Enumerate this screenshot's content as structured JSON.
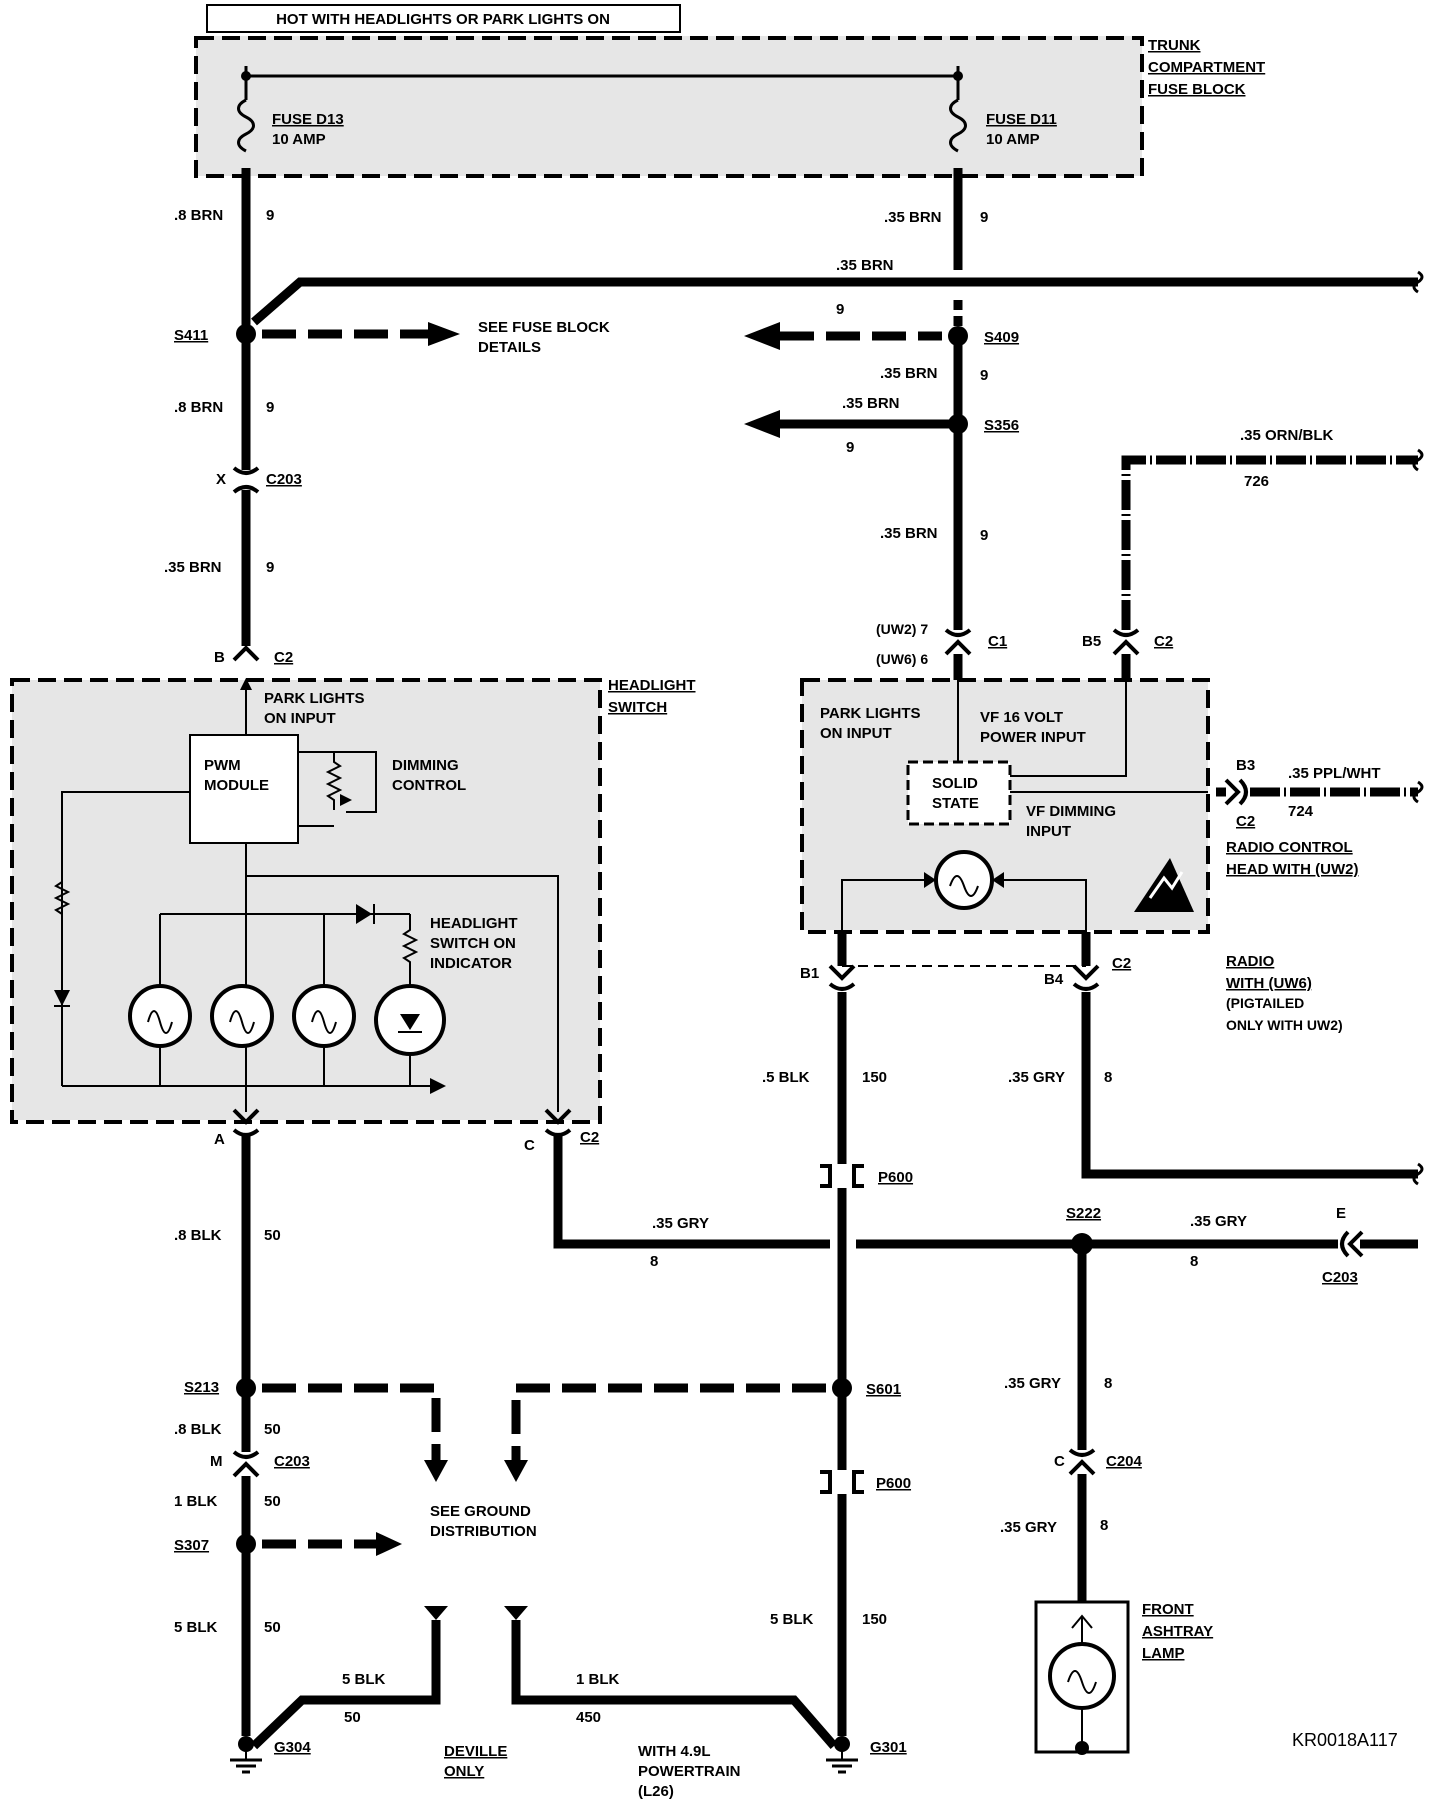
{
  "header": {
    "hot_note": "HOT WITH HEADLIGHTS OR PARK LIGHTS ON"
  },
  "fuse_block": {
    "label_1": "TRUNK",
    "label_2": "COMPARTMENT",
    "label_3": "FUSE BLOCK",
    "fuse_d13": "FUSE D13",
    "fuse_d13_amp": "10 AMP",
    "fuse_d11": "FUSE D11",
    "fuse_d11_amp": "10 AMP"
  },
  "wires": {
    "w1_gauge": ".8 BRN",
    "w1_circ": "9",
    "w2_gauge": ".35 BRN",
    "w2_circ": "9",
    "w3_gauge": ".35 BRN",
    "w4_circ": "9",
    "w5_gauge": ".35 BRN",
    "w5_circ": "9",
    "w6_gauge": ".35 BRN",
    "w6_circ": "9",
    "w7_gauge": ".8 BRN",
    "w7_circ": "9",
    "w8_gauge": ".35 BRN",
    "w8_circ": "9",
    "w9_gauge": ".35 BRN",
    "w9_circ": "9",
    "w10_gauge": ".35 ORN/BLK",
    "w10_circ": "726",
    "w11_gauge": ".35 PPL/WHT",
    "w11_circ": "724",
    "w12_gauge": ".5 BLK",
    "w12_circ": "150",
    "w13_gauge": ".35 GRY",
    "w13_circ": "8",
    "w14_gauge": ".8 BLK",
    "w14_circ": "50",
    "w15_gauge": ".35 GRY",
    "w15_circ": "8",
    "w16_gauge": ".35 GRY",
    "w16_circ": "8",
    "w17_gauge": ".8 BLK",
    "w17_circ": "50",
    "w18_gauge": "1 BLK",
    "w18_circ": "50",
    "w19_gauge": ".35 GRY",
    "w19_circ": "8",
    "w20_gauge": "5 BLK",
    "w20_circ": "50",
    "w21_gauge": "5 BLK",
    "w21_circ": "150",
    "w22_gauge": ".35 GRY",
    "w22_circ": "8",
    "w23_gauge": "5 BLK",
    "w23_circ": "50",
    "w24_gauge": "1 BLK",
    "w24_circ": "450"
  },
  "splices": {
    "s411": "S411",
    "s409": "S409",
    "s356": "S356",
    "s222": "S222",
    "s213": "S213",
    "s601": "S601",
    "s307": "S307"
  },
  "connectors": {
    "c203_x_pin": "X",
    "c203_a": "C203",
    "c2_b_pin": "B",
    "c2_b": "C2",
    "c1_pin_uw2": "(UW2) 7",
    "c1_pin_uw6": "(UW6) 6",
    "c1": "C1",
    "c2_b5_pin": "B5",
    "c2_b5": "C2",
    "c2_b3_pin": "B3",
    "c2_b3": "C2",
    "c2_a_pin": "A",
    "c2_c_pin": "C",
    "c2_ac": "C2",
    "b1_pin": "B1",
    "b4_pin": "B4",
    "c2_b4": "C2",
    "p600_a": "P600",
    "p600_b": "P600",
    "e_pin": "E",
    "c203_b": "C203",
    "m_pin": "M",
    "c203_c": "C203",
    "c204_pin": "C",
    "c204": "C204"
  },
  "headlight_switch": {
    "title_1": "HEADLIGHT",
    "title_2": "SWITCH",
    "park_input_1": "PARK LIGHTS",
    "park_input_2": "ON INPUT",
    "pwm_1": "PWM",
    "pwm_2": "MODULE",
    "dimming_1": "DIMMING",
    "dimming_2": "CONTROL",
    "indicator_1": "HEADLIGHT",
    "indicator_2": "SWITCH ON",
    "indicator_3": "INDICATOR"
  },
  "radio": {
    "park_input_1": "PARK LIGHTS",
    "park_input_2": "ON INPUT",
    "vf16_1": "VF 16 VOLT",
    "vf16_2": "POWER INPUT",
    "solid_1": "SOLID",
    "solid_2": "STATE",
    "vfdim_1": "VF DIMMING",
    "vfdim_2": "INPUT",
    "head_1": "RADIO CONTROL",
    "head_2": "HEAD WITH (UW2)",
    "radio_1": "RADIO",
    "radio_2": "WITH (UW6)",
    "radio_3": "(PIGTAILED",
    "radio_4": "ONLY WITH UW2)"
  },
  "notes": {
    "see_fuse_1": "SEE FUSE BLOCK",
    "see_fuse_2": "DETAILS",
    "see_ground_1": "SEE GROUND",
    "see_ground_2": "DISTRIBUTION",
    "deville_1": "DEVILLE",
    "deville_2": "ONLY",
    "powertrain_1": "WITH 4.9L",
    "powertrain_2": "POWERTRAIN",
    "powertrain_3": "(L26)"
  },
  "grounds": {
    "g304": "G304",
    "g301": "G301"
  },
  "ashtray": {
    "label_1": "FRONT",
    "label_2": "ASHTRAY",
    "label_3": "LAMP"
  },
  "figure_id": "KR0018A117"
}
